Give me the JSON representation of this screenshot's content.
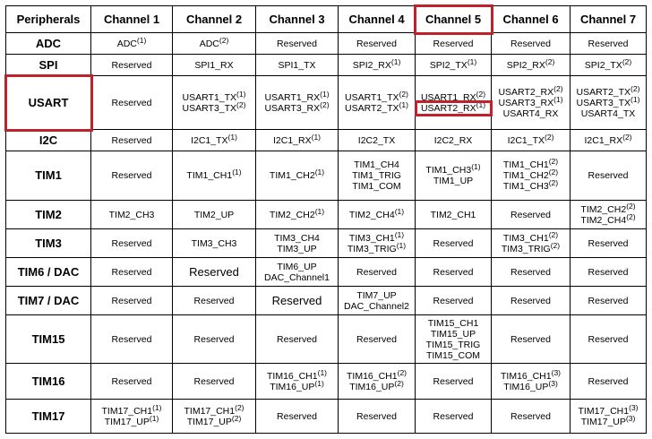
{
  "accent_color": "#c0222b",
  "headers": [
    "Peripherals",
    "Channel 1",
    "Channel 2",
    "Channel 3",
    "Channel 4",
    "Channel 5",
    "Channel 6",
    "Channel 7"
  ],
  "rows": [
    {
      "name": "ADC",
      "cells": [
        [
          {
            "t": "ADC",
            "s": "(1)"
          }
        ],
        [
          {
            "t": "ADC",
            "s": "(2)"
          }
        ],
        [
          {
            "t": "Reserved"
          }
        ],
        [
          {
            "t": "Reserved"
          }
        ],
        [
          {
            "t": "Reserved"
          }
        ],
        [
          {
            "t": "Reserved"
          }
        ],
        [
          {
            "t": "Reserved"
          }
        ]
      ]
    },
    {
      "name": "SPI",
      "cells": [
        [
          {
            "t": "Reserved"
          }
        ],
        [
          {
            "t": "SPI1_RX"
          }
        ],
        [
          {
            "t": "SPI1_TX"
          }
        ],
        [
          {
            "t": "SPI2_RX",
            "s": "(1)"
          }
        ],
        [
          {
            "t": "SPI2_TX",
            "s": "(1)"
          }
        ],
        [
          {
            "t": "SPI2_RX",
            "s": "(2)"
          }
        ],
        [
          {
            "t": "SPI2_TX",
            "s": "(2)"
          }
        ]
      ]
    },
    {
      "name": "USART",
      "cells": [
        [
          {
            "t": "Reserved"
          }
        ],
        [
          {
            "t": "USART1_TX",
            "s": "(1)"
          },
          {
            "t": "USART3_TX",
            "s": "(2)"
          }
        ],
        [
          {
            "t": "USART1_RX",
            "s": "(1)"
          },
          {
            "t": "USART3_RX",
            "s": "(2)"
          }
        ],
        [
          {
            "t": "USART1_TX",
            "s": "(2)"
          },
          {
            "t": "USART2_TX",
            "s": "(1)"
          }
        ],
        [
          {
            "t": "USART1_RX",
            "s": "(2)"
          },
          {
            "t": "USART2_RX",
            "s": "(1)"
          }
        ],
        [
          {
            "t": "USART2_RX",
            "s": "(2)"
          },
          {
            "t": "USART3_RX",
            "s": "(1)"
          },
          {
            "t": "USART4_RX"
          }
        ],
        [
          {
            "t": "USART2_TX",
            "s": "(2)"
          },
          {
            "t": "USART3_TX",
            "s": "(1)"
          },
          {
            "t": "USART4_TX"
          }
        ]
      ]
    },
    {
      "name": "I2C",
      "cells": [
        [
          {
            "t": "Reserved"
          }
        ],
        [
          {
            "t": "I2C1_TX",
            "s": "(1)"
          }
        ],
        [
          {
            "t": "I2C1_RX",
            "s": "(1)"
          }
        ],
        [
          {
            "t": "I2C2_TX"
          }
        ],
        [
          {
            "t": "I2C2_RX"
          }
        ],
        [
          {
            "t": "I2C1_TX",
            "s": "(2)"
          }
        ],
        [
          {
            "t": "I2C1_RX",
            "s": "(2)"
          }
        ]
      ]
    },
    {
      "name": "TIM1",
      "cells": [
        [
          {
            "t": "Reserved"
          }
        ],
        [
          {
            "t": "TIM1_CH1",
            "s": "(1)"
          }
        ],
        [
          {
            "t": "TIM1_CH2",
            "s": "(1)"
          }
        ],
        [
          {
            "t": "TIM1_CH4"
          },
          {
            "t": "TIM1_TRIG"
          },
          {
            "t": "TIM1_COM"
          }
        ],
        [
          {
            "t": "TIM1_CH3",
            "s": "(1)"
          },
          {
            "t": "TIM1_UP"
          }
        ],
        [
          {
            "t": "TIM1_CH1",
            "s": "(2)"
          },
          {
            "t": "TIM1_CH2",
            "s": "(2)"
          },
          {
            "t": "TIM1_CH3",
            "s": "(2)"
          }
        ],
        [
          {
            "t": "Reserved"
          }
        ]
      ]
    },
    {
      "name": "TIM2",
      "cells": [
        [
          {
            "t": "TIM2_CH3"
          }
        ],
        [
          {
            "t": "TIM2_UP"
          }
        ],
        [
          {
            "t": "TIM2_CH2",
            "s": "(1)"
          }
        ],
        [
          {
            "t": "TIM2_CH4",
            "s": "(1)"
          }
        ],
        [
          {
            "t": "TIM2_CH1"
          }
        ],
        [
          {
            "t": "Reserved"
          }
        ],
        [
          {
            "t": "TIM2_CH2",
            "s": "(2)"
          },
          {
            "t": "TIM2_CH4",
            "s": "(2)"
          }
        ]
      ]
    },
    {
      "name": "TIM3",
      "cells": [
        [
          {
            "t": "Reserved"
          }
        ],
        [
          {
            "t": "TIM3_CH3"
          }
        ],
        [
          {
            "t": "TIM3_CH4"
          },
          {
            "t": "TIM3_UP"
          }
        ],
        [
          {
            "t": "TIM3_CH1",
            "s": "(1)"
          },
          {
            "t": "TIM3_TRIG",
            "s": "(1)"
          }
        ],
        [
          {
            "t": "Reserved"
          }
        ],
        [
          {
            "t": "TIM3_CH1",
            "s": "(2)"
          },
          {
            "t": "TIM3_TRIG",
            "s": "(2)"
          }
        ],
        [
          {
            "t": "Reserved"
          }
        ]
      ]
    },
    {
      "name": "TIM6 / DAC",
      "cells": [
        [
          {
            "t": "Reserved"
          }
        ],
        [
          {
            "t": "Reserved",
            "big": true
          }
        ],
        [
          {
            "t": "TIM6_UP"
          },
          {
            "t": "DAC_Channel1"
          }
        ],
        [
          {
            "t": "Reserved"
          }
        ],
        [
          {
            "t": "Reserved"
          }
        ],
        [
          {
            "t": "Reserved"
          }
        ],
        [
          {
            "t": "Reserved"
          }
        ]
      ]
    },
    {
      "name": "TIM7 / DAC",
      "cells": [
        [
          {
            "t": "Reserved"
          }
        ],
        [
          {
            "t": "Reserved"
          }
        ],
        [
          {
            "t": "Reserved",
            "big": true
          }
        ],
        [
          {
            "t": "TIM7_UP"
          },
          {
            "t": "DAC_Channel2"
          }
        ],
        [
          {
            "t": "Reserved"
          }
        ],
        [
          {
            "t": "Reserved"
          }
        ],
        [
          {
            "t": "Reserved"
          }
        ]
      ]
    },
    {
      "name": "TIM15",
      "cells": [
        [
          {
            "t": "Reserved"
          }
        ],
        [
          {
            "t": "Reserved"
          }
        ],
        [
          {
            "t": "Reserved"
          }
        ],
        [
          {
            "t": "Reserved"
          }
        ],
        [
          {
            "t": "TIM15_CH1"
          },
          {
            "t": "TIM15_UP"
          },
          {
            "t": "TIM15_TRIG"
          },
          {
            "t": "TIM15_COM"
          }
        ],
        [
          {
            "t": "Reserved"
          }
        ],
        [
          {
            "t": "Reserved"
          }
        ]
      ]
    },
    {
      "name": "TIM16",
      "cells": [
        [
          {
            "t": "Reserved"
          }
        ],
        [
          {
            "t": "Reserved"
          }
        ],
        [
          {
            "t": "TIM16_CH1",
            "s": "(1)"
          },
          {
            "t": "TIM16_UP",
            "s": "(1)"
          }
        ],
        [
          {
            "t": "TIM16_CH1",
            "s": "(2)"
          },
          {
            "t": "TIM16_UP",
            "s": "(2)"
          }
        ],
        [
          {
            "t": "Reserved"
          }
        ],
        [
          {
            "t": "TIM16_CH1",
            "s": "(3)"
          },
          {
            "t": "TIM16_UP",
            "s": "(3)"
          }
        ],
        [
          {
            "t": "Reserved"
          }
        ]
      ]
    },
    {
      "name": "TIM17",
      "cells": [
        [
          {
            "t": "TIM17_CH1",
            "s": "(1)"
          },
          {
            "t": "TIM17_UP",
            "s": "(1)"
          }
        ],
        [
          {
            "t": "TIM17_CH1",
            "s": "(2)"
          },
          {
            "t": "TIM17_UP",
            "s": "(2)"
          }
        ],
        [
          {
            "t": "Reserved"
          }
        ],
        [
          {
            "t": "Reserved"
          }
        ],
        [
          {
            "t": "Reserved"
          }
        ],
        [
          {
            "t": "Reserved"
          }
        ],
        [
          {
            "t": "TIM17_CH1",
            "s": "(3)"
          },
          {
            "t": "TIM17_UP",
            "s": "(3)"
          }
        ]
      ]
    }
  ]
}
